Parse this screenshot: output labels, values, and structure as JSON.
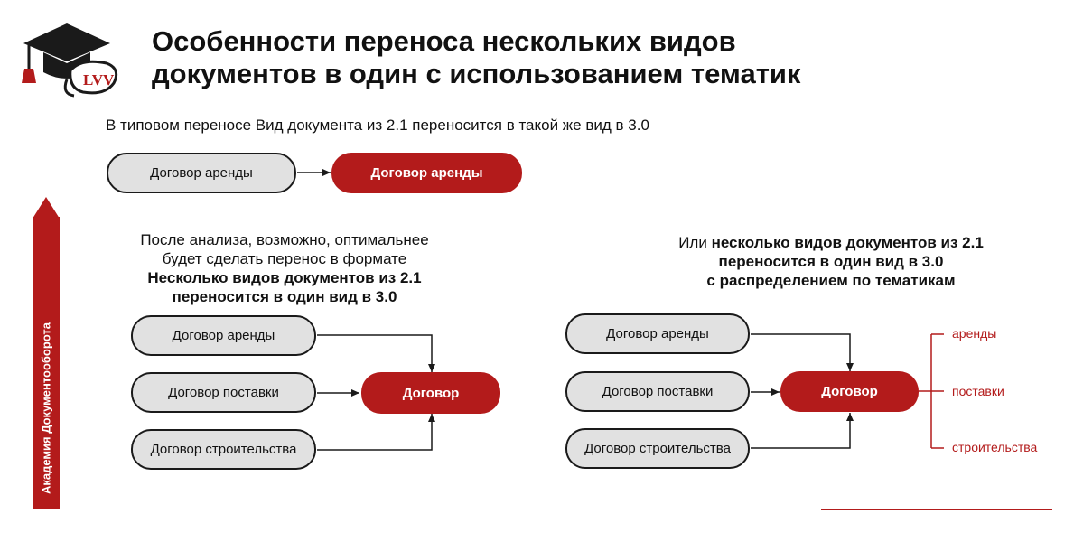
{
  "header": {
    "title_line1": "Особенности переноса нескольких видов",
    "title_line2": "документов в один с использованием тематик",
    "logo_text": "LVV"
  },
  "sidebar": {
    "label": "Академия Документооборота"
  },
  "intro": {
    "text": "В типовом переносе Вид документа из 2.1 переносится в такой же вид в 3.0"
  },
  "top_row": {
    "source": "Договор аренды",
    "target": "Договор аренды"
  },
  "left_scheme": {
    "caption_line1": "После анализа, возможно, оптимальнее",
    "caption_line2": "будет сделать перенос в формате",
    "caption_bold1": "Несколько видов документов из 2.1",
    "caption_bold2": "переносится в один вид в 3.0",
    "sources": [
      "Договор аренды",
      "Договор поставки",
      "Договор строительства"
    ],
    "target": "Договор"
  },
  "right_scheme": {
    "caption_plain": "Или ",
    "caption_bold1": "несколько видов документов из 2.1",
    "caption_bold2": "переносится в один вид в 3.0",
    "caption_bold3": "с распределением по тематикам",
    "sources": [
      "Договор аренды",
      "Договор поставки",
      "Договор строительства"
    ],
    "target": "Договор",
    "topics": [
      "аренды",
      "поставки",
      "строительства"
    ]
  },
  "colors": {
    "accent": "#b31b1b",
    "pill_fill": "#e1e1e1",
    "outline": "#1a1a1a"
  }
}
